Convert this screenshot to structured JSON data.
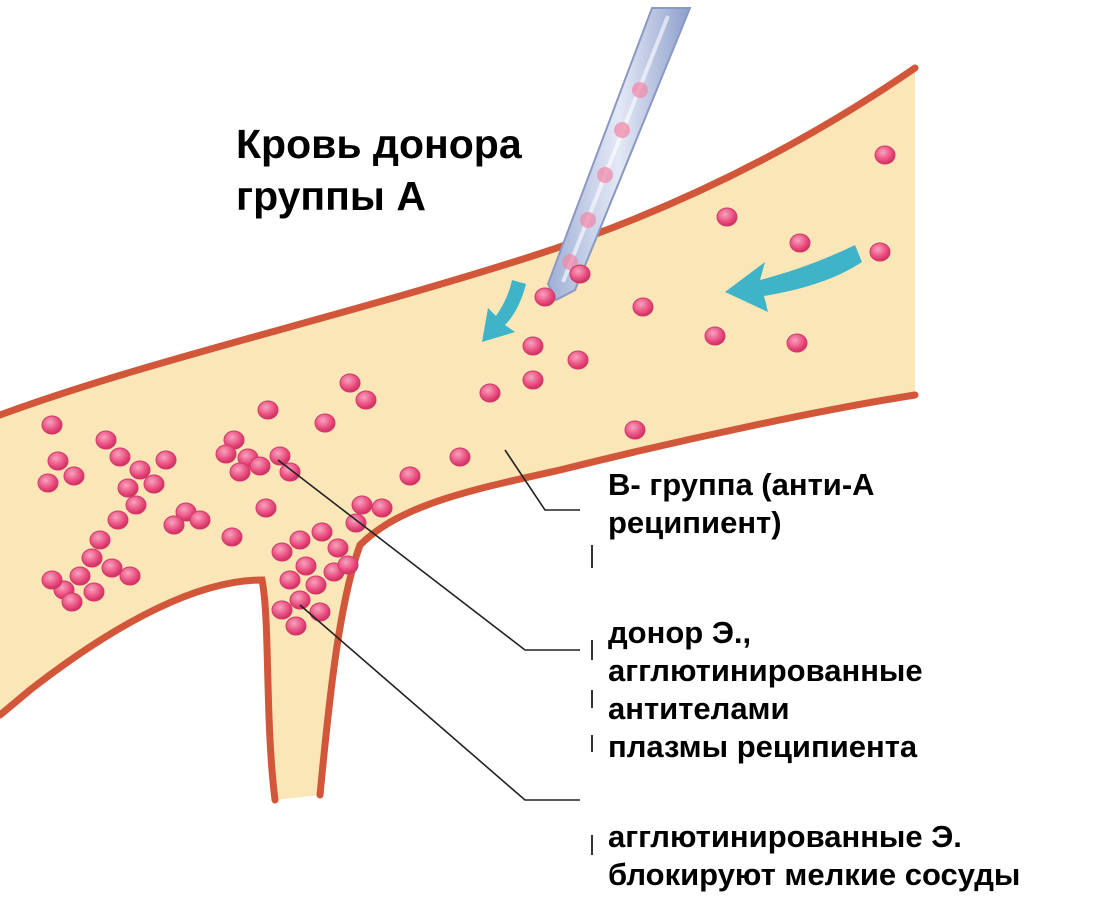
{
  "diagram": {
    "title_lines": [
      "Кровь донора",
      "группы А"
    ],
    "labels": {
      "recipient_lines": [
        "В- группа (анти-А",
        "реципиент)"
      ],
      "agglutinated_donor_lines": [
        "донор Э.,",
        "агглютинированные",
        "антителами",
        "плазмы реципиента"
      ],
      "blockage_lines": [
        "агглютинированные Э.",
        "блокируют мелкие сосуды"
      ]
    },
    "colors": {
      "plasma": "#fbe6b8",
      "vessel_wall": "#d2573a",
      "erythrocyte": "#e9487a",
      "erythrocyte_highlight": "#f7a3bf",
      "flow_arrow": "#3fb4c8",
      "pipette": "#b6c2e0",
      "leader_line": "#222222"
    },
    "icons": {
      "flow_direction": "arrow-icon",
      "injection": "pipette-icon"
    }
  }
}
